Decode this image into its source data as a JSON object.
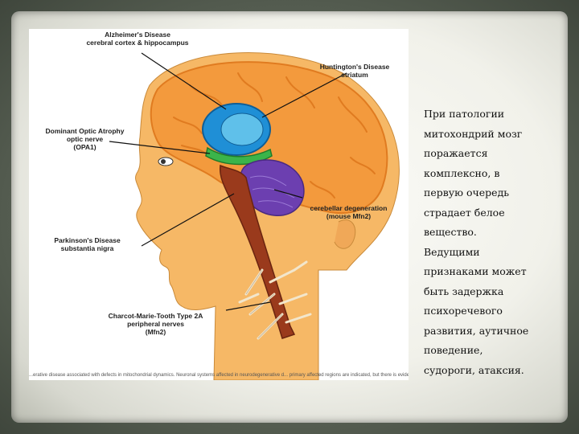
{
  "slide": {
    "body_text": "При патологии\nмитохондрий мозг\nпоражается\nкомплексно, в\nпервую очередь\nстрадает белое\nвещество.\nВедущими\nпризнаками может\nбыть задержка\nпсихоречевого\nразвития, аутичное\nповедение,\nсудороги, атаксия."
  },
  "diagram": {
    "labels": {
      "alzheimers": "Alzheimer's Disease\ncerebral cortex & hippocampus",
      "huntingtons": "Huntington's Disease\nstriatum",
      "optic_atrophy": "Dominant Optic Atrophy\noptic nerve\n(OPA1)",
      "cerebellar": "cerebellar degeneration\n(mouse Mfn2)",
      "parkinsons": "Parkinson's Disease\nsubstantia nigra",
      "cmt": "Charcot-Marie-Tooth Type 2A\nperipheral nerves\n(Mfn2)"
    },
    "caption": "...erative disease associated with defects in mitochondrial dynamics. Neuronal systems affected in neurodegenerative d... primary affected regions are indicated, but there is evidence for more widespread involvement."
  },
  "colors": {
    "skin": "#f6b866",
    "brain": "#f39a3d",
    "brain_outline": "#e07b20",
    "hippocampus": "#1f8fd6",
    "striatum": "#3bb44a",
    "cerebellum": "#6c3fb0",
    "brainstem": "#9a3a1c"
  }
}
